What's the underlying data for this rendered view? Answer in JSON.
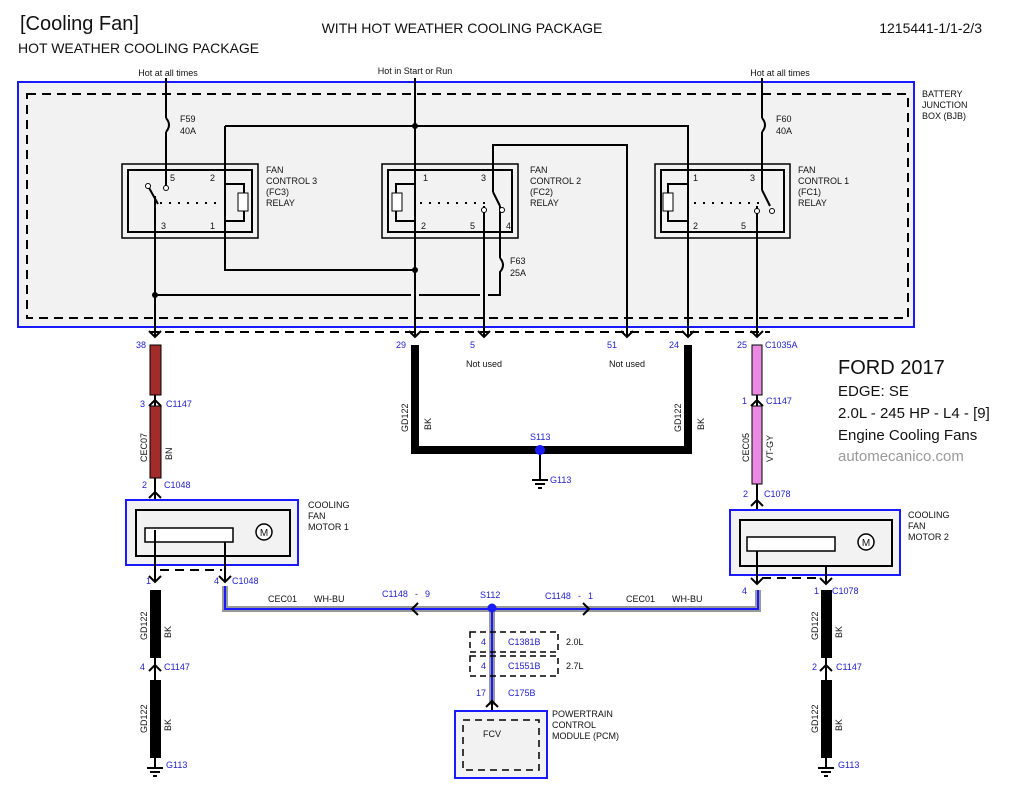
{
  "header": {
    "title": "[Cooling Fan]",
    "subtitle": "HOT WEATHER COOLING PACKAGE",
    "center_title": "WITH HOT WEATHER COOLING PACKAGE",
    "doc_id": "1215441-1/1-2/3"
  },
  "info": {
    "make_year": "FORD 2017",
    "model": "EDGE: SE",
    "engine": "2.0L - 245 HP - L4 - [9]",
    "system": "Engine Cooling Fans",
    "watermark": "automecanico.com"
  },
  "power": {
    "left": "Hot at all times",
    "center": "Hot in Start or Run",
    "right": "Hot at all times"
  },
  "bjb": {
    "line1": "BATTERY",
    "line2": "JUNCTION",
    "line3": "BOX (BJB)"
  },
  "fuses": {
    "f59": {
      "name": "F59",
      "rating": "40A"
    },
    "f60": {
      "name": "F60",
      "rating": "40A"
    },
    "f63": {
      "name": "F63",
      "rating": "25A"
    }
  },
  "relays": {
    "fc3": {
      "l1": "FAN",
      "l2": "CONTROL 3",
      "l3": "(FC3)",
      "l4": "RELAY",
      "pins": [
        "5",
        "2",
        "3",
        "1"
      ]
    },
    "fc2": {
      "l1": "FAN",
      "l2": "CONTROL 2",
      "l3": "(FC2)",
      "l4": "RELAY",
      "pins": [
        "1",
        "3",
        "2",
        "5",
        "4"
      ]
    },
    "fc1": {
      "l1": "FAN",
      "l2": "CONTROL 1",
      "l3": "(FC1)",
      "l4": "RELAY",
      "pins": [
        "1",
        "3",
        "2",
        "5"
      ]
    }
  },
  "bjb_pins": {
    "p38": "38",
    "p29": "29",
    "p5": "5",
    "p51": "51",
    "p24": "24",
    "p25": "25",
    "c1035a": "C1035A",
    "not_used": "Not used"
  },
  "wires": {
    "cec07": "CEC07",
    "bn": "BN",
    "cec05": "CEC05",
    "vtgy": "VT-GY",
    "gd122": "GD122",
    "bk": "BK",
    "cec01": "CEC01",
    "whbu": "WH-BU"
  },
  "connectors": {
    "c1147": "C1147",
    "c1048": "C1048",
    "c1078": "C1078",
    "c1148": "C1148",
    "c1381b": "C1381B",
    "c1551b": "C1551B",
    "c175b": "C175B",
    "s113": "S113",
    "s112": "S112",
    "g113": "G113",
    "pin1": "1",
    "pin2": "2",
    "pin3": "3",
    "pin4": "4",
    "pin9": "9",
    "pin17": "17",
    "dash": "-",
    "v20": "2.0L",
    "v27": "2.7L"
  },
  "motors": {
    "m1": {
      "l1": "COOLING",
      "l2": "FAN",
      "l3": "MOTOR 1"
    },
    "m2": {
      "l1": "COOLING",
      "l2": "FAN",
      "l3": "MOTOR 2"
    },
    "m_symbol": "M"
  },
  "pcm": {
    "l1": "POWERTRAIN",
    "l2": "CONTROL",
    "l3": "MODULE (PCM)",
    "fcv": "FCV"
  },
  "colors": {
    "brown": "#a32b2b",
    "violet": "#e88be0",
    "blue": "#1a1aff"
  }
}
